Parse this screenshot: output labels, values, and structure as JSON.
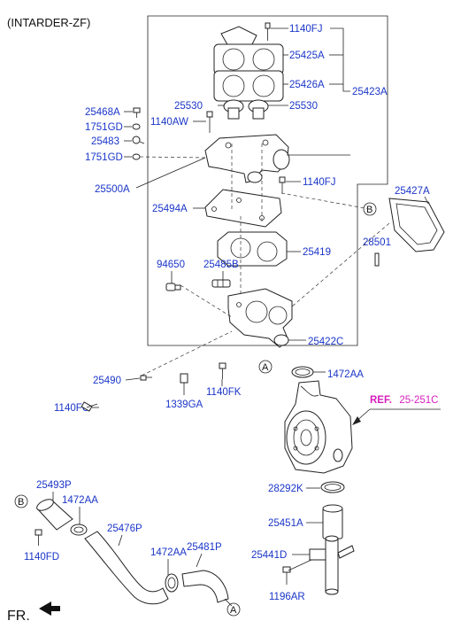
{
  "header": "(INTARDER-ZF)",
  "front_label": "FR.",
  "ref_label": {
    "prefix": "REF.",
    "code": "25-251C"
  },
  "callouts": {
    "a": "A",
    "b": "B"
  },
  "parts": {
    "p1140FJ_top": "1140FJ",
    "p25425A": "25425A",
    "p25426A": "25426A",
    "p25423A": "25423A",
    "p25530_left": "25530",
    "p25530_right": "25530",
    "p1140AW": "1140AW",
    "p25468A": "25468A",
    "p1751GD_1": "1751GD",
    "p25483": "25483",
    "p1751GD_2": "1751GD",
    "p25500A": "25500A",
    "p1140FJ_mid": "1140FJ",
    "p25427A": "25427A",
    "p25494A": "25494A",
    "p28501": "28501",
    "p25419": "25419",
    "p94650": "94650",
    "p25485B": "25485B",
    "p25422C": "25422C",
    "p25490": "25490",
    "p1140FK": "1140FK",
    "p1472AA_top": "1472AA",
    "p1339GA": "1339GA",
    "p1140FC": "1140FC",
    "p25493P": "25493P",
    "p1472AA_left": "1472AA",
    "p1140FD": "1140FD",
    "p25476P": "25476P",
    "p1472AA_mid": "1472AA",
    "p25481P": "25481P",
    "p28292K": "28292K",
    "p25451A": "25451A",
    "p25441D": "25441D",
    "p1196AR": "1196AR"
  },
  "colors": {
    "label": "#1a35c8",
    "ref": "#d61fbd",
    "line": "#222222"
  }
}
